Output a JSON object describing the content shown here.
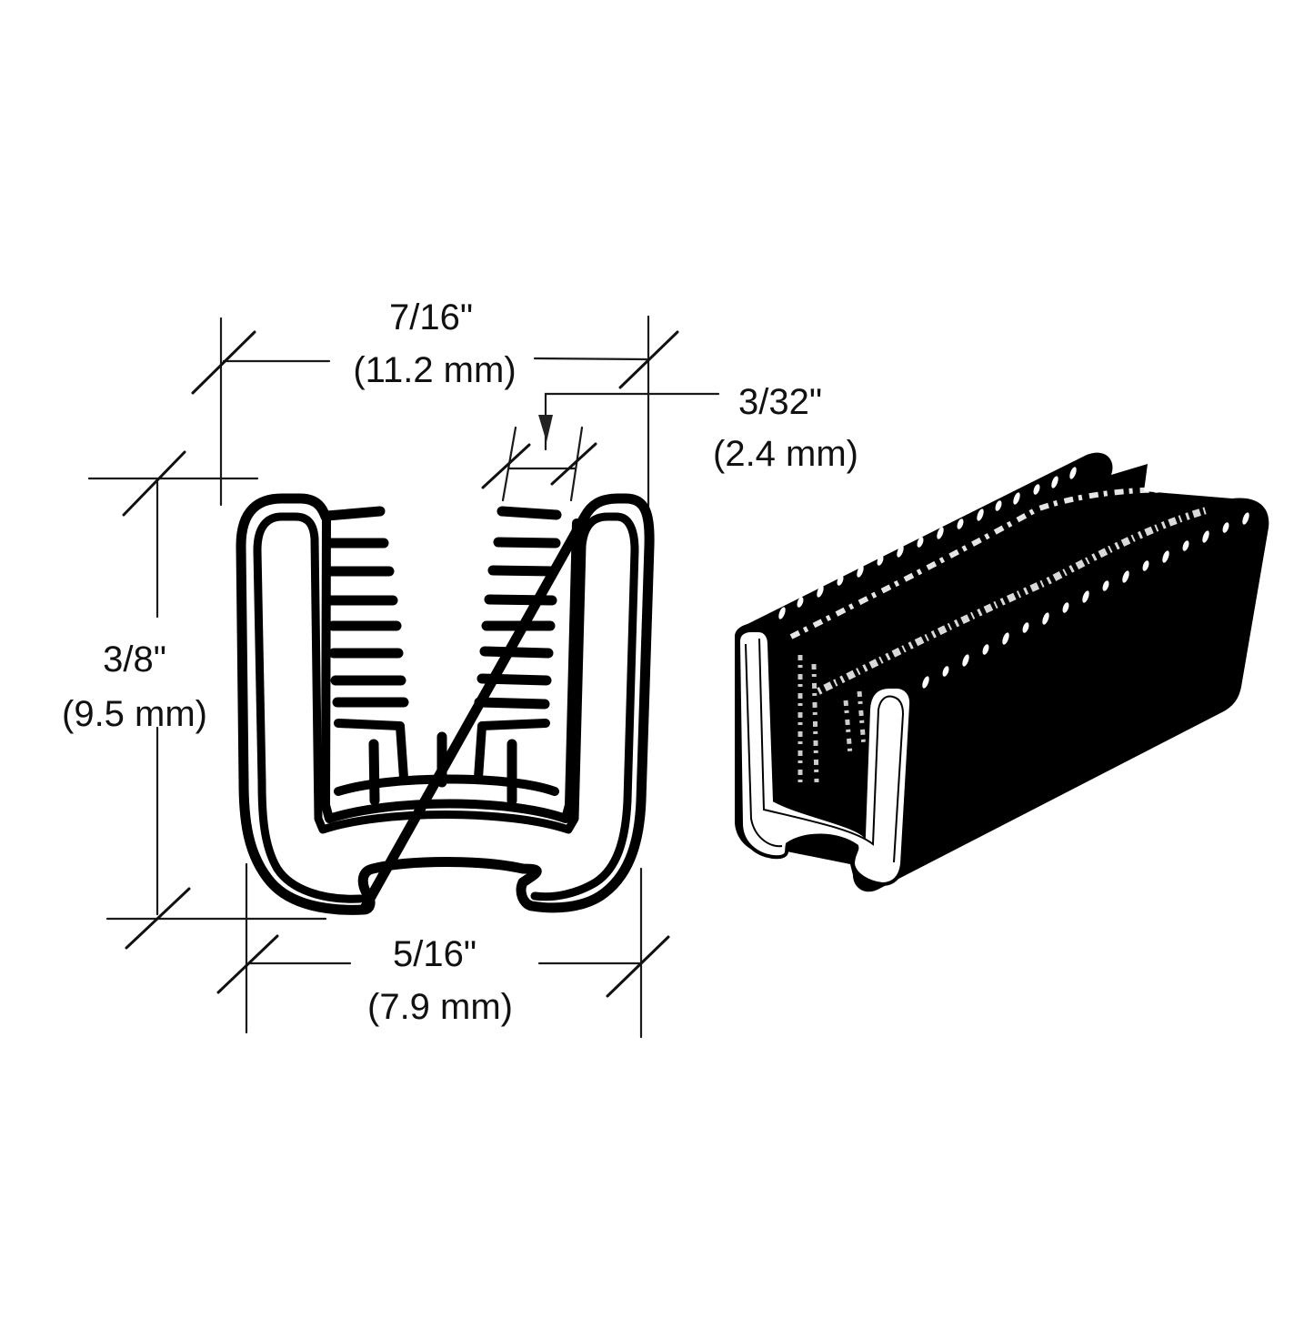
{
  "diagram": {
    "subject": "U-channel rubber glazing seal with internal gripping fins",
    "colors": {
      "background": "#ffffff",
      "ink": "#000000",
      "dimension_line": "#1a1a1a"
    },
    "views": [
      {
        "id": "cross-section",
        "label": "End profile (cross-section) with dimensions"
      },
      {
        "id": "perspective",
        "label": "3D perspective view of seal strip"
      }
    ],
    "dimensions": {
      "top_width": {
        "imperial": "7/16\"",
        "metric": "(11.2 mm)"
      },
      "fin_gap": {
        "imperial": "3/32\"",
        "metric": "(2.4 mm)"
      },
      "height": {
        "imperial": "3/8\"",
        "metric": "(9.5 mm)"
      },
      "bottom_width": {
        "imperial": "5/16\"",
        "metric": "(7.9 mm)"
      }
    },
    "profile": {
      "fins_per_side": 8,
      "base_fins": 3
    }
  }
}
